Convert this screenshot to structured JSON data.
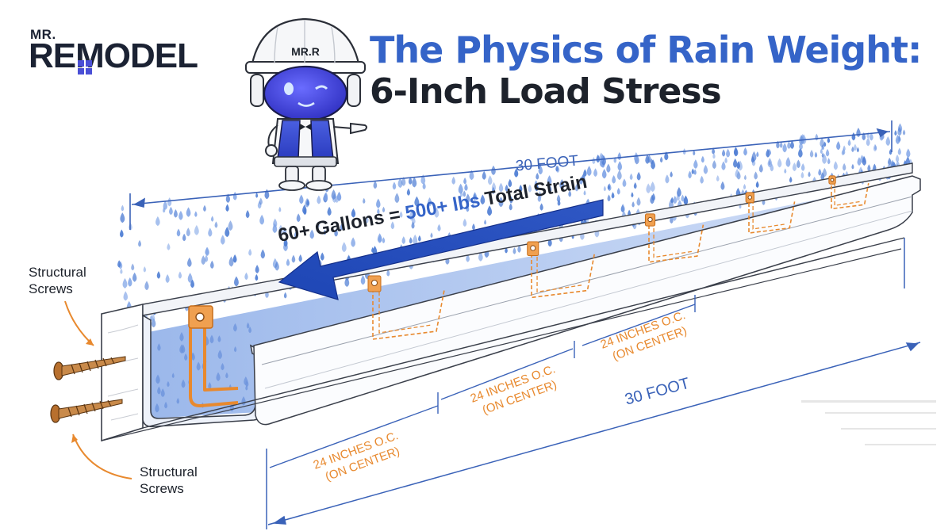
{
  "logo": {
    "small": "MR.",
    "big": "REMODEL"
  },
  "mascot": {
    "helmet_text": "MR.R"
  },
  "title": {
    "line1": "The Physics of Rain Weight:",
    "line2": "6-Inch Load Stress"
  },
  "strain": {
    "prefix": "60+ Gallons = ",
    "highlight": "500+ lbs",
    "suffix": " Total Strain"
  },
  "dimensions": {
    "top_length": "30 FOOT",
    "bottom_length": "30 FOOT"
  },
  "spacing_labels": [
    {
      "line1": "24 INCHES O.C.",
      "line2": "(ON CENTER)"
    },
    {
      "line1": "24 INCHES O.C.",
      "line2": "(ON CENTER)"
    },
    {
      "line1": "24 INCHES O.C.",
      "line2": "(ON CENTER)"
    }
  ],
  "screws": {
    "top_label": [
      "Structural",
      "Screws"
    ],
    "bottom_label": [
      "Structural",
      "Screws"
    ]
  },
  "colors": {
    "brand_blue": "#3564c8",
    "dark": "#1d222b",
    "bracket_orange": "#e8892e",
    "water_blue": "#4f7ed4",
    "dimension_blue": "#3a62b8"
  }
}
